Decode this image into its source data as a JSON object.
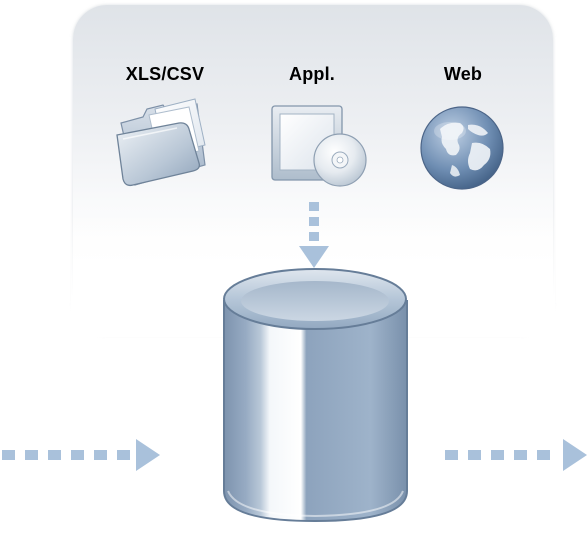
{
  "sources": [
    {
      "label": "XLS/CSV",
      "icon": "folder-icon"
    },
    {
      "label": "Appl.",
      "icon": "application-cd-icon"
    },
    {
      "label": "Web",
      "icon": "globe-icon"
    }
  ],
  "center": {
    "icon": "database-icon"
  },
  "colors": {
    "arrow": "#a9c1db",
    "database_body": "#8ea6c2",
    "database_top": "#b5c6d8",
    "panel": "#e6e9ed"
  }
}
